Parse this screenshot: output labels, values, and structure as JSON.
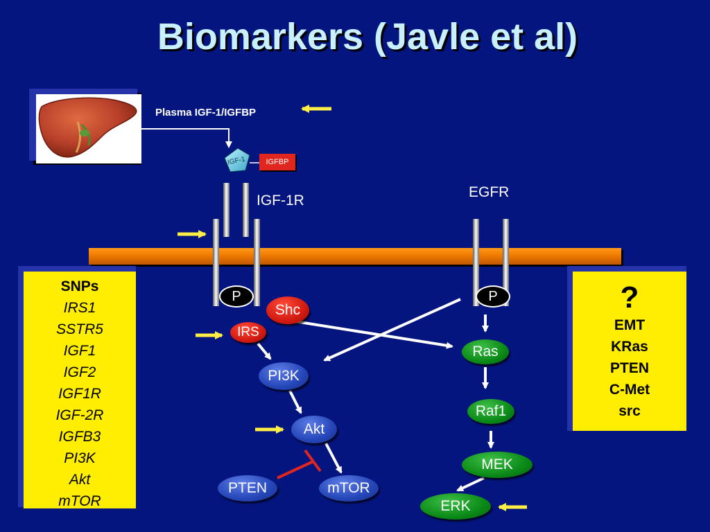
{
  "title": "Biomarkers (Javle et al)",
  "labels": {
    "plasma": "Plasma IGF-1/IGFBP",
    "igf1": "IGF-1",
    "igfbp": "IGFBP",
    "igf1r": "IGF-1R",
    "egfr": "EGFR",
    "p_left": "P",
    "p_right": "P"
  },
  "nodes": {
    "shc": "Shc",
    "irs": "IRS",
    "pi3k": "PI3K",
    "akt": "Akt",
    "pten": "PTEN",
    "mtor": "mTOR",
    "ras": "Ras",
    "raf1": "Raf1",
    "mek": "MEK",
    "erk": "ERK"
  },
  "snps_panel": {
    "heading": "SNPs",
    "items": [
      "IRS1",
      "SSTR5",
      "IGF1",
      "IGF2",
      "IGF1R",
      "IGF-2R",
      "IGFB3",
      "PI3K",
      "Akt",
      "mTOR"
    ]
  },
  "unknown_panel": {
    "heading": "?",
    "items": [
      "EMT",
      "KRas",
      "PTEN",
      "C-Met",
      "src"
    ]
  },
  "colors": {
    "background": "#05157f",
    "title": "#c8f0ff",
    "membrane": "#f07a00",
    "panel": "#ffee00",
    "marker_arrow": "#ffee44",
    "inhibition": "#e0261f"
  }
}
